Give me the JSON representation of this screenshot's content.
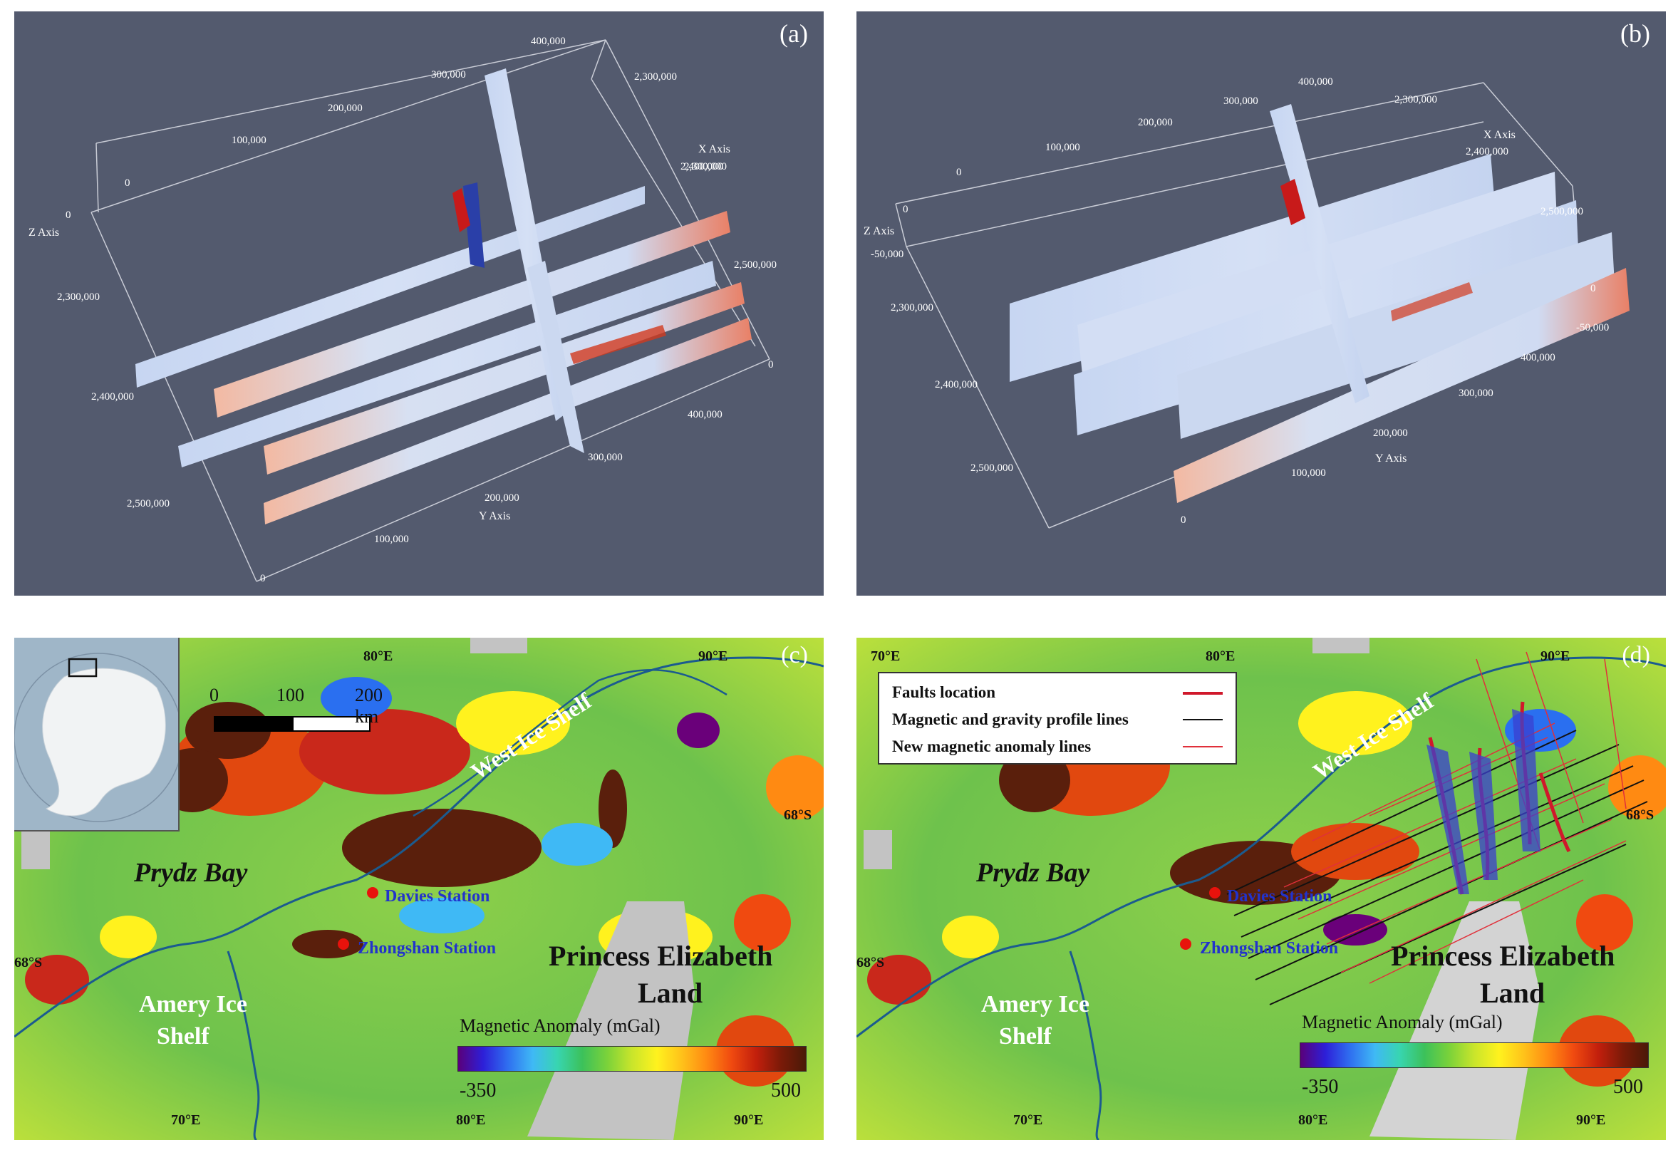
{
  "panel_a": {
    "label": "(a)",
    "x_axis_title": "X Axis",
    "y_axis_title": "Y Axis",
    "z_axis_title": "Z Axis",
    "top_ticks": [
      "0",
      "100,000",
      "200,000",
      "300,000",
      "400,000"
    ],
    "x_ticks": [
      "2,300,000",
      "2,400,000",
      "2,500,000"
    ],
    "left_ticks": [
      "0",
      "2,300,000",
      "2,400,000",
      "2,500,000"
    ],
    "y_ticks": [
      "0",
      "100,000",
      "200,000",
      "300,000",
      "400,000"
    ],
    "right_tick": "0"
  },
  "panel_b": {
    "label": "(b)",
    "x_axis_title": "X Axis",
    "y_axis_title": "Y Axis",
    "z_axis_title": "Z Axis",
    "top_ticks": [
      "0",
      "100,000",
      "200,000",
      "300,000",
      "400,000"
    ],
    "x_ticks": [
      "2,300,000",
      "2,400,000",
      "2,500,000"
    ],
    "left_ticks": [
      "0",
      "-50,000",
      "2,300,000",
      "2,400,000",
      "2,500,000"
    ],
    "right_ticks": [
      "0",
      "-50,000"
    ],
    "y_ticks": [
      "0",
      "100,000",
      "200,000",
      "300,000",
      "400,000"
    ]
  },
  "panel_c": {
    "label": "(c)",
    "lon_top": [
      "80°E",
      "90°E"
    ],
    "lon_bottom": [
      "70°E",
      "80°E",
      "90°E"
    ],
    "lat_right": "68°S",
    "lat_left": "68°S",
    "scale_labels": [
      "0",
      "100",
      "200 km"
    ],
    "places": {
      "prydz_bay": "Prydz Bay",
      "west_ice_shelf": "West Ice Shelf",
      "amery_1": "Amery Ice",
      "amery_2": "Shelf",
      "davis": "Davies Station",
      "zhongshan": "Zhongshan Station",
      "pel_1": "Princess Elizabeth",
      "pel_2": "Land"
    },
    "colorbar": {
      "title": "Magnetic Anomaly (mGal)",
      "min": "-350",
      "max": "500"
    }
  },
  "panel_d": {
    "label": "(d)",
    "lon_top_left": "70°E",
    "lon_top": [
      "80°E",
      "90°E"
    ],
    "lon_bottom": [
      "70°E",
      "80°E",
      "90°E"
    ],
    "lat_right": "68°S",
    "lat_left": "68°S",
    "legend": [
      {
        "label": "Faults location",
        "color": "#d0182b"
      },
      {
        "label": "Magnetic and gravity profile lines",
        "color": "#111111"
      },
      {
        "label": "New magnetic anomaly lines",
        "color": "#e0303a"
      }
    ],
    "places": {
      "prydz_bay": "Prydz Bay",
      "west_ice_shelf": "West Ice Shelf",
      "amery_1": "Amery Ice",
      "amery_2": "Shelf",
      "davis": "Davies Station",
      "zhongshan": "Zhongshan Station",
      "pel_1": "Princess Elizabeth",
      "pel_2": "Land"
    },
    "colorbar": {
      "title": "Magnetic Anomaly (mGal)",
      "min": "-350",
      "max": "500"
    }
  }
}
